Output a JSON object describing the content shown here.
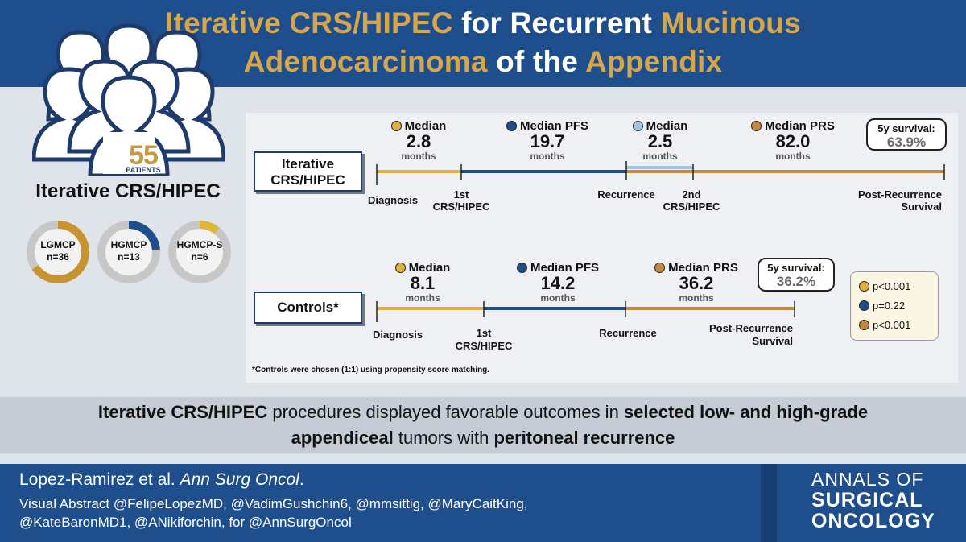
{
  "title": {
    "line1": [
      {
        "text": "Iterative CRS/HIPEC",
        "gold": true
      },
      {
        "text": " for Recurrent ",
        "gold": false
      },
      {
        "text": "Mucinous",
        "gold": true
      }
    ],
    "line2": [
      {
        "text": "Adenocarcinoma",
        "gold": true
      },
      {
        "text": " of the ",
        "gold": false
      },
      {
        "text": "Appendix",
        "gold": true
      }
    ]
  },
  "cohort": {
    "count": "55",
    "count_label": "PATIENTS",
    "title": "Iterative CRS/HIPEC",
    "donuts": [
      {
        "label": "LGMCP",
        "n": "n=36",
        "fraction": 0.655,
        "color": "#c9932f"
      },
      {
        "label": "HGMCP",
        "n": "n=13",
        "fraction": 0.236,
        "color": "#1f4e8c"
      },
      {
        "label": "HGMCP-S",
        "n": "n=6",
        "fraction": 0.109,
        "color": "#e0b53c"
      }
    ]
  },
  "colors": {
    "gold": "#e2b03e",
    "navy": "#1f4e8c",
    "light_blue": "#9fc4e4",
    "bronze": "#c28a3c"
  },
  "iterative": {
    "label_line1": "Iterative",
    "label_line2": "CRS/HIPEC",
    "medians": [
      {
        "heading": "Median",
        "value": "2.8",
        "unit": "months",
        "dot": "#e2b03e"
      },
      {
        "heading": "Median PFS",
        "value": "19.7",
        "unit": "months",
        "dot": "#1f4e8c"
      },
      {
        "heading": "Median",
        "value": "2.5",
        "unit": "months",
        "dot": "#9fc4e4"
      },
      {
        "heading": "Median PRS",
        "value": "82.0",
        "unit": "months",
        "dot": "#c28a3c"
      }
    ],
    "survival": {
      "label": "5y survival:",
      "value": "63.9%"
    },
    "events": {
      "diagnosis": "Diagnosis",
      "first_line1": "1st",
      "first_line2": "CRS/HIPEC",
      "recurrence": "Recurrence",
      "second_line1": "2nd",
      "second_line2": "CRS/HIPEC",
      "prs_line1": "Post-Recurrence",
      "prs_line2": "Survival"
    }
  },
  "controls": {
    "label": "Controls*",
    "medians": [
      {
        "heading": "Median",
        "value": "8.1",
        "unit": "months",
        "dot": "#e2b03e"
      },
      {
        "heading": "Median PFS",
        "value": "14.2",
        "unit": "months",
        "dot": "#1f4e8c"
      },
      {
        "heading": "Median PRS",
        "value": "36.2",
        "unit": "months",
        "dot": "#c28a3c"
      }
    ],
    "survival": {
      "label": "5y survival:",
      "value": "36.2%"
    },
    "events": {
      "diagnosis": "Diagnosis",
      "first_line1": "1st",
      "first_line2": "CRS/HIPEC",
      "recurrence": "Recurrence",
      "prs_line1": "Post-Recurrence",
      "prs_line2": "Survival"
    }
  },
  "pvalues": [
    {
      "text": "p<0.001",
      "dot": "#e2b03e"
    },
    {
      "text": "p=0.22",
      "dot": "#1f4e8c"
    },
    {
      "text": "p<0.001",
      "dot": "#c28a3c"
    }
  ],
  "footnote": "*Controls were chosen (1:1) using propensity score matching.",
  "summary": {
    "line1": [
      {
        "text": "Iterative CRS/HIPEC",
        "bold": true
      },
      {
        "text": " procedures displayed favorable outcomes in ",
        "bold": false
      },
      {
        "text": "selected low- and high-grade",
        "bold": true
      }
    ],
    "line2": [
      {
        "text": "appendiceal",
        "bold": true
      },
      {
        "text": " tumors with ",
        "bold": false
      },
      {
        "text": "peritoneal recurrence",
        "bold": true
      }
    ]
  },
  "footer": {
    "cite_authors": "Lopez-Ramirez et al. ",
    "cite_journal": "Ann Surg Oncol",
    "cite_end": ".",
    "credit_line1": "Visual Abstract @FelipeLopezMD, @VadimGushchin6, @mmsittig, @MaryCaitKing,",
    "credit_line2": "@KateBaronMD1, @ANikiforchin, for @AnnSurgOncol",
    "journal_line1": "ANNALS OF",
    "journal_line2": "SURGICAL",
    "journal_line3": "ONCOLOGY"
  }
}
